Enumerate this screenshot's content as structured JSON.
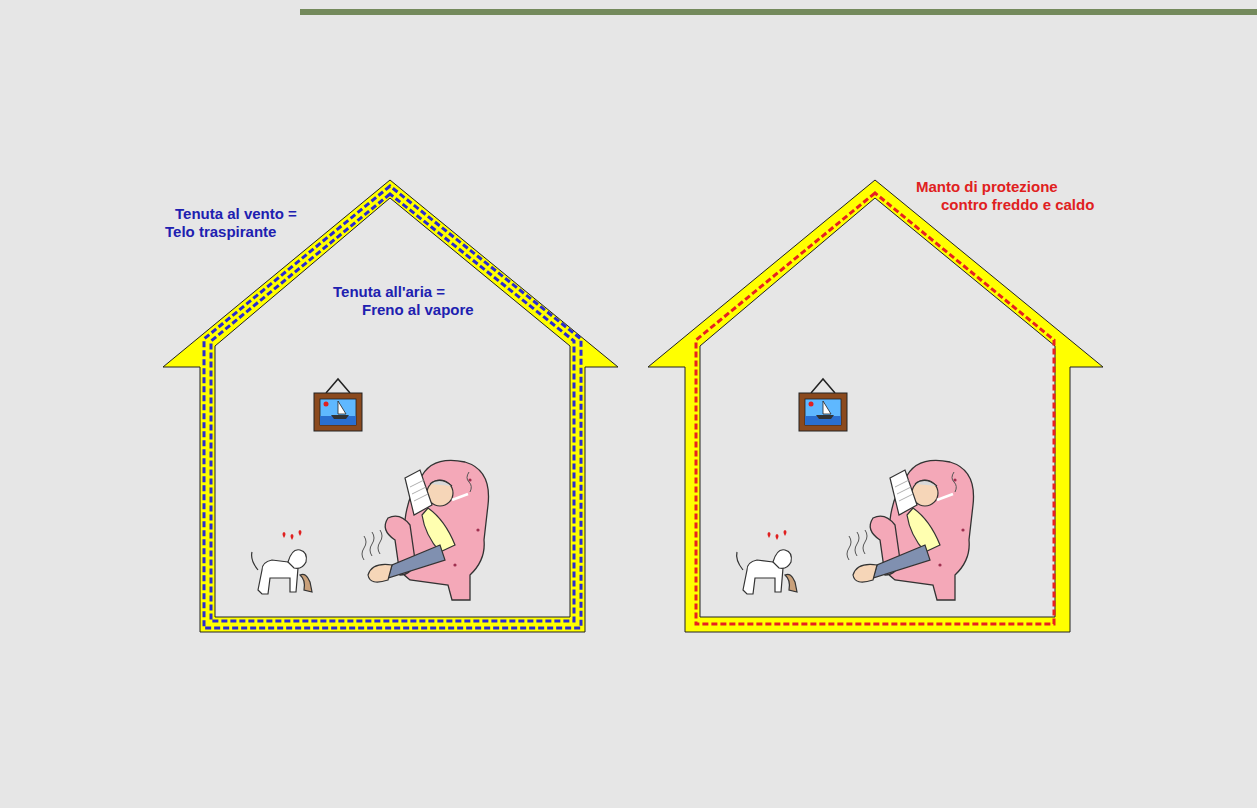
{
  "diagram": {
    "labels": [
      "Tenuta al vento = Telo traspirante",
      "Tenuta all'aria = Freno al vapore",
      "Manto di protezione contro freddo e caldo"
    ]
  }
}
